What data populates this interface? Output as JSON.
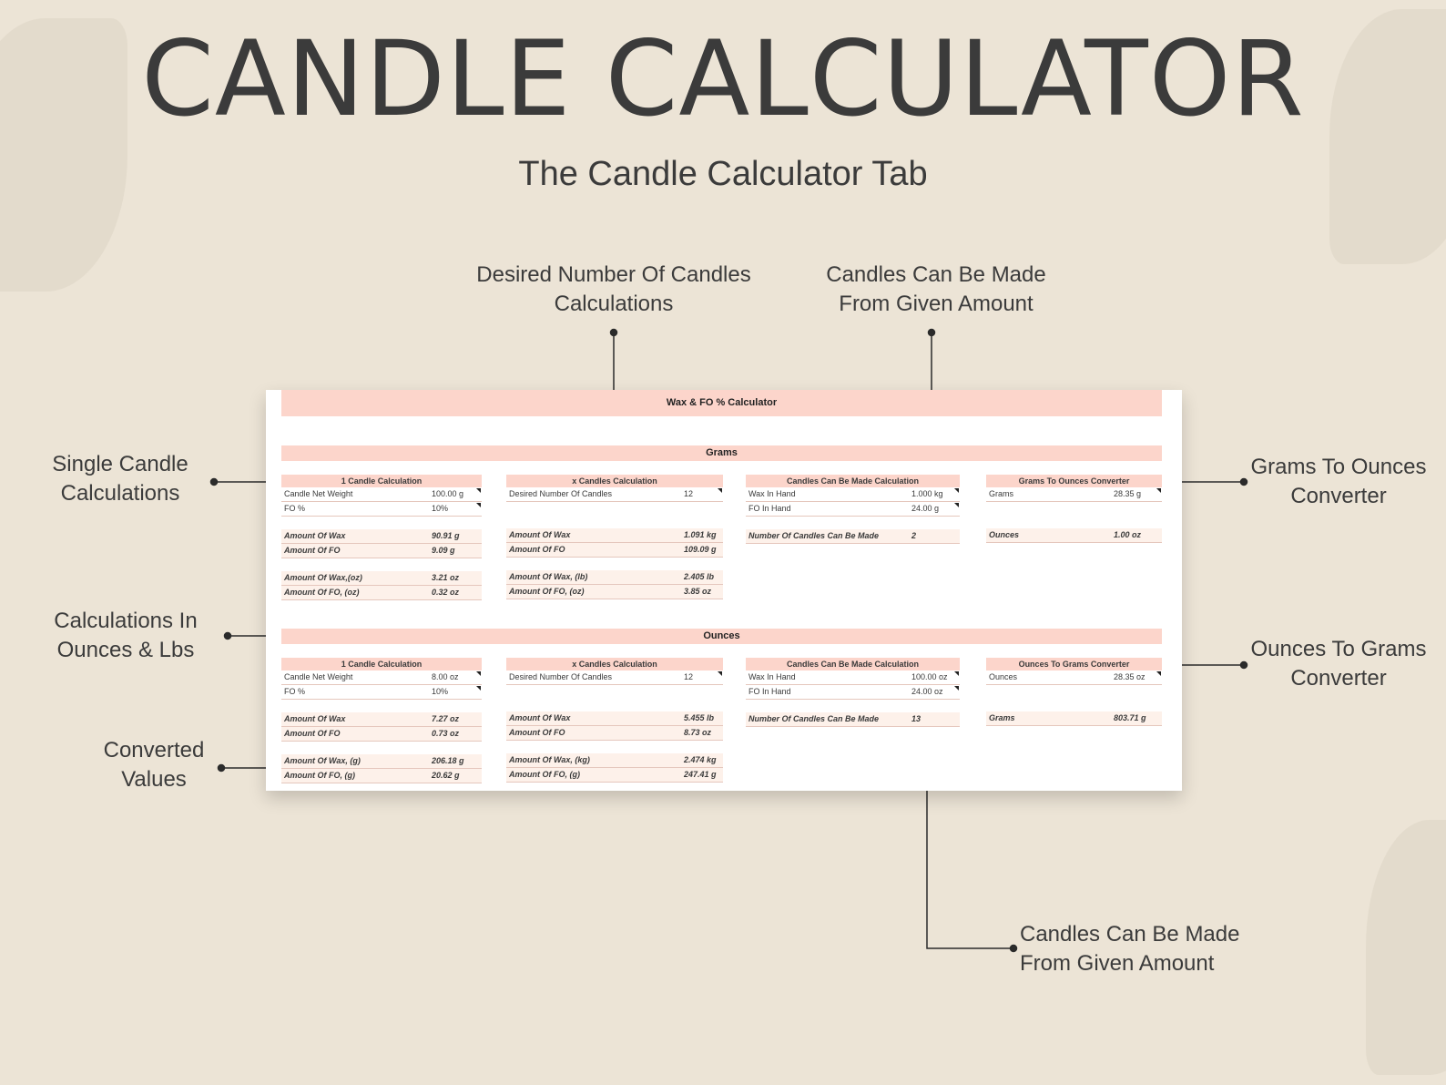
{
  "title": "CANDLE CALCULATOR",
  "subtitle": "The Candle Calculator Tab",
  "annotations": {
    "desired_number": "Desired Number Of Candles Calculations",
    "candles_can_be_made_top": "Candles Can Be Made From Given Amount",
    "single_candle": "Single Candle Calculations",
    "grams_to_ounces": "Grams To Ounces Converter",
    "calc_in_ounces": "Calculations In Ounces & Lbs",
    "ounces_to_grams": "Ounces To Grams Converter",
    "converted_values": "Converted Values",
    "candles_can_be_made_bottom": "Candles Can Be Made From Given Amount"
  },
  "sheet": {
    "header": "Wax & FO % Calculator",
    "grams": {
      "label": "Grams",
      "single": {
        "title": "1 Candle Calculation",
        "rows": [
          [
            "Candle Net Weight",
            "100.00 g"
          ],
          [
            "FO %",
            "10%"
          ]
        ],
        "results": [
          [
            "Amount Of Wax",
            "90.91 g"
          ],
          [
            "Amount Of FO",
            "9.09 g"
          ]
        ],
        "converted": [
          [
            "Amount Of Wax,(oz)",
            "3.21 oz"
          ],
          [
            "Amount Of FO, (oz)",
            "0.32 oz"
          ]
        ]
      },
      "multi": {
        "title": "x Candles Calculation",
        "rows": [
          [
            "Desired Number Of Candles",
            "12"
          ]
        ],
        "results": [
          [
            "Amount Of Wax",
            "1.091 kg"
          ],
          [
            "Amount Of FO",
            "109.09 g"
          ]
        ],
        "converted": [
          [
            "Amount Of Wax, (lb)",
            "2.405 lb"
          ],
          [
            "Amount Of FO, (oz)",
            "3.85 oz"
          ]
        ]
      },
      "canmake": {
        "title": "Candles Can Be Made Calculation",
        "rows": [
          [
            "Wax In Hand",
            "1.000 kg"
          ],
          [
            "FO In Hand",
            "24.00 g"
          ]
        ],
        "results": [
          [
            "Number Of Candles Can Be Made",
            "2"
          ]
        ]
      },
      "converter": {
        "title": "Grams To Ounces Converter",
        "rows": [
          [
            "Grams",
            "28.35 g"
          ]
        ],
        "results": [
          [
            "Ounces",
            "1.00 oz"
          ]
        ]
      }
    },
    "ounces": {
      "label": "Ounces",
      "single": {
        "title": "1 Candle Calculation",
        "rows": [
          [
            "Candle Net Weight",
            "8.00 oz"
          ],
          [
            "FO %",
            "10%"
          ]
        ],
        "results": [
          [
            "Amount Of Wax",
            "7.27 oz"
          ],
          [
            "Amount Of FO",
            "0.73 oz"
          ]
        ],
        "converted": [
          [
            "Amount Of Wax, (g)",
            "206.18 g"
          ],
          [
            "Amount Of FO, (g)",
            "20.62 g"
          ]
        ]
      },
      "multi": {
        "title": "x Candles Calculation",
        "rows": [
          [
            "Desired Number Of Candles",
            "12"
          ]
        ],
        "results": [
          [
            "Amount Of Wax",
            "5.455 lb"
          ],
          [
            "Amount Of FO",
            "8.73 oz"
          ]
        ],
        "converted": [
          [
            "Amount Of Wax, (kg)",
            "2.474 kg"
          ],
          [
            "Amount Of FO, (g)",
            "247.41 g"
          ]
        ]
      },
      "canmake": {
        "title": "Candles Can Be Made Calculation",
        "rows": [
          [
            "Wax In Hand",
            "100.00 oz"
          ],
          [
            "FO In Hand",
            "24.00 oz"
          ]
        ],
        "results": [
          [
            "Number Of Candles Can Be Made",
            "13"
          ]
        ]
      },
      "converter": {
        "title": "Ounces To Grams Converter",
        "rows": [
          [
            "Ounces",
            "28.35 oz"
          ]
        ],
        "results": [
          [
            "Grams",
            "803.71 g"
          ]
        ]
      }
    }
  }
}
